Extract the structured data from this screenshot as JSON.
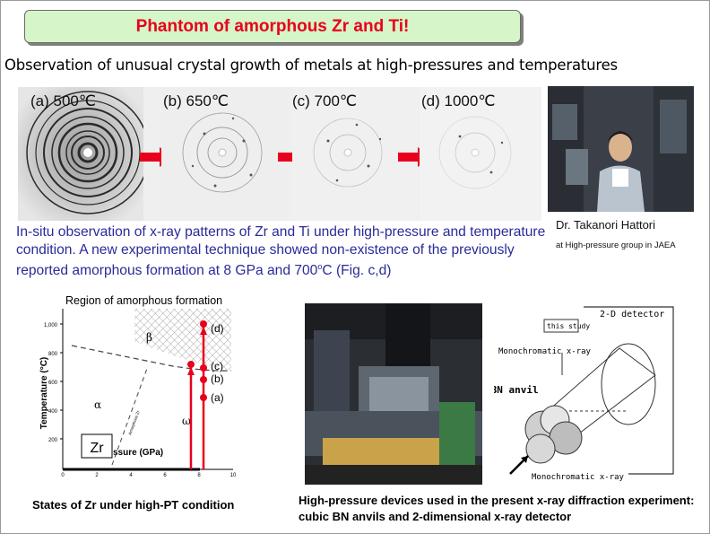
{
  "title": "Phantom of amorphous Zr and Ti!",
  "subtitle": "Observation of unusual crystal growth of metals at high-pressures and temperatures",
  "xray_panels": [
    {
      "label": "(a) 500℃"
    },
    {
      "label": "(b) 650℃"
    },
    {
      "label": "(c) 700℃"
    },
    {
      "label": "(d) 1000℃"
    }
  ],
  "caption_main": "In-situ observation of x-ray patterns of Zr and Ti under high-pressure and temperature condition. A new experimental technique showed non-existence of the previously reported amorphous formation at 8 GPa and 700",
  "caption_sup": "o",
  "caption_end": "C (Fig. c,d)",
  "person": {
    "name": "Dr. Takanori Hattori",
    "affiliation": "at  High-pressure group in JAEA"
  },
  "diagram": {
    "region_label": "Region of amorphous formation",
    "ylabel": "Temperature (°C)",
    "xlabel": "Pressure (GPa)",
    "y_ticks": [
      "1,000",
      "800",
      "600",
      "400",
      "200"
    ],
    "x_ticks": [
      "0",
      "2",
      "4",
      "6",
      "8",
      "10"
    ],
    "phase_beta": "β",
    "phase_alpha": "α",
    "phase_omega": "ω",
    "element": "Zr",
    "boundary_label": "Amorphous Zr",
    "point_labels": [
      "(d)",
      "(c)",
      "(b)",
      "(a)"
    ],
    "accent_color": "#e8001c"
  },
  "diagram_caption": "States of Zr under high-PT condition",
  "schematic": {
    "detector_label": "2-D detector",
    "this_study_label": "this study",
    "anvil_label": "cBN anvil",
    "xray_label": "Monochromatic x-ray"
  },
  "devices_caption": "High-pressure devices used in the present x-ray diffraction experiment: cubic BN anvils and 2-dimensional x-ray detector"
}
